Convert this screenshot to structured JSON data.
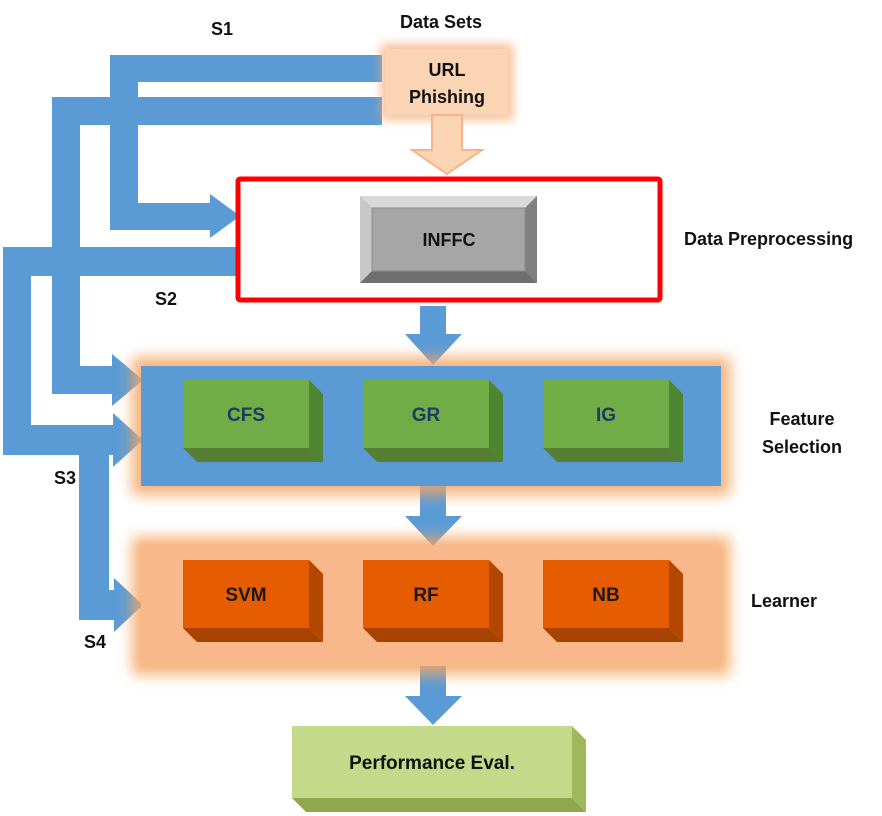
{
  "labels": {
    "data_sets": "Data Sets",
    "data_preprocessing": "Data Preprocessing",
    "feature_selection_line1": "Feature",
    "feature_selection_line2": "Selection",
    "learner": "Learner",
    "s1": "S1",
    "s2": "S2",
    "s3": "S3",
    "s4": "S4"
  },
  "source": {
    "line1": "URL",
    "line2": "Phishing"
  },
  "preprocessing": {
    "method": "INFFC"
  },
  "feature_selection": {
    "methods": [
      "CFS",
      "GR",
      "IG"
    ]
  },
  "learners": {
    "methods": [
      "SVM",
      "RF",
      "NB"
    ]
  },
  "evaluation": {
    "label": "Performance Eval."
  },
  "colors": {
    "flow_blue": "#5b9bd5",
    "preprocessing_border": "#ff0000",
    "inffc_gray": "#a6a6a6",
    "feature_green": "#70ad47",
    "feature_text": "#1f3864",
    "learner_orange": "#e65c00",
    "learner_panel": "#f8b88b",
    "source_peach": "#fbd4b4",
    "evaluation_green": "#c5d98a"
  }
}
